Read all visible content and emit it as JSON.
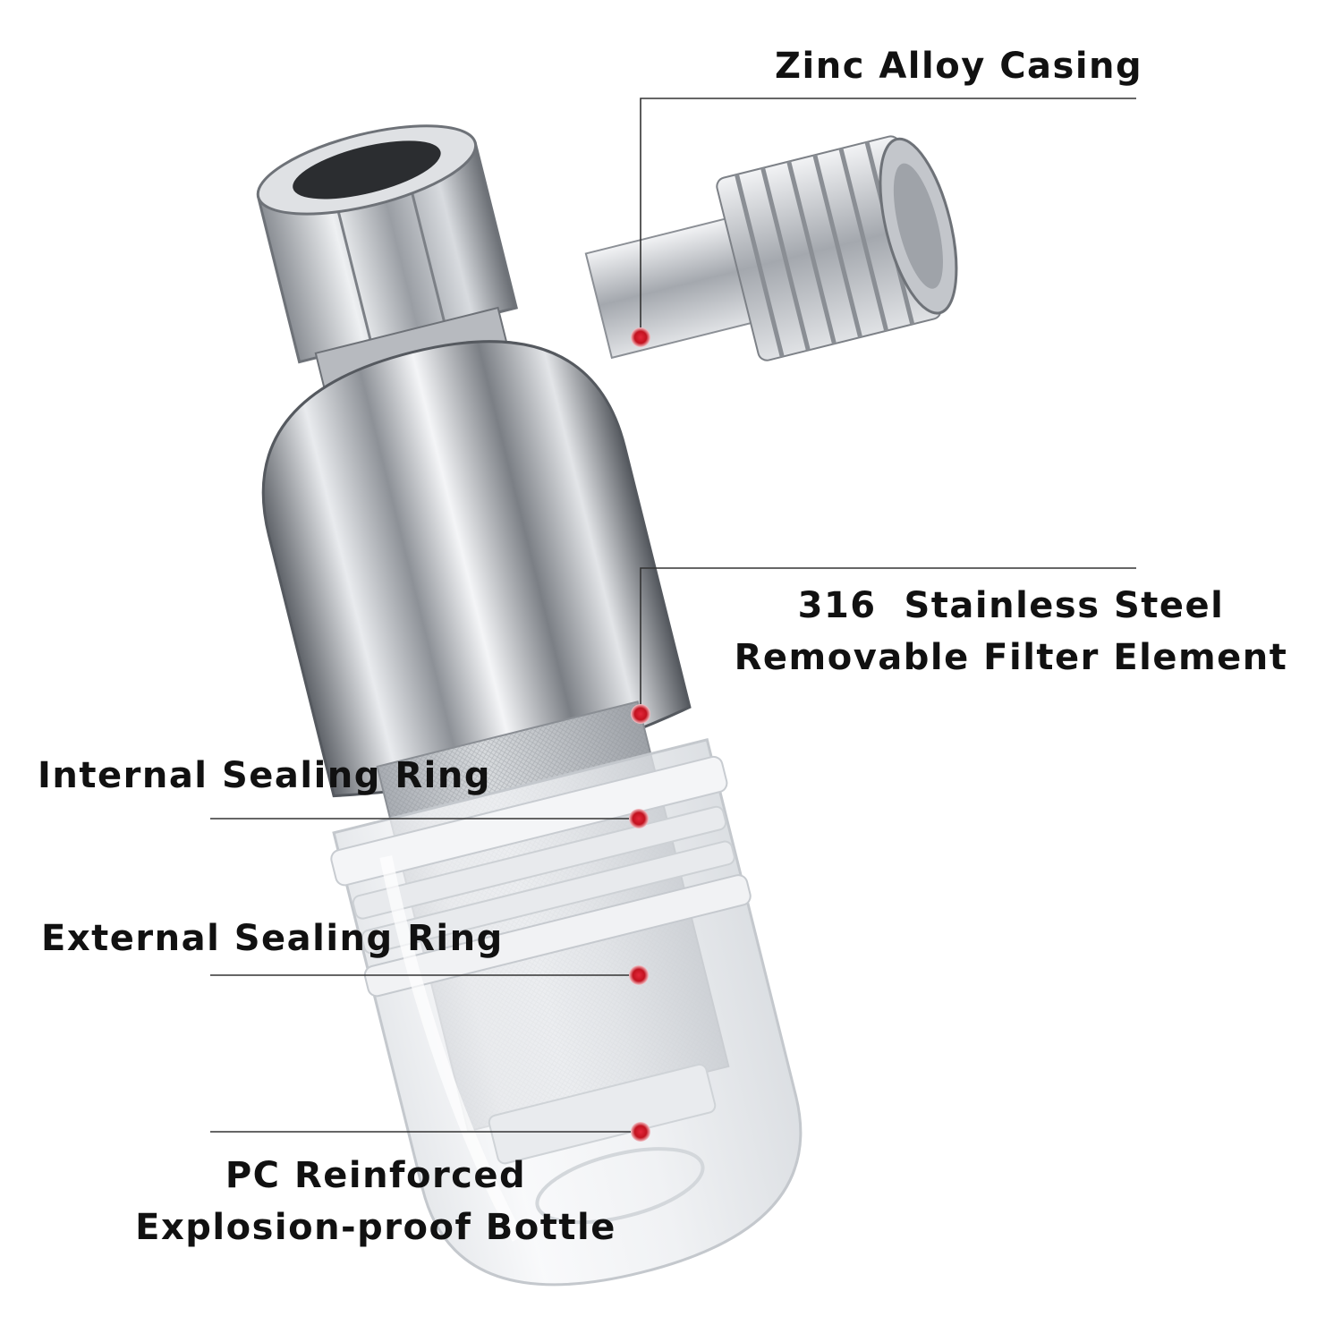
{
  "colors": {
    "background": "#ffffff",
    "text": "#111111",
    "leader_line": "#333333",
    "marker": "#d21a2a",
    "chrome": "#c9ccd1",
    "chrome_dark": "#6e7278",
    "plastic": "#eef0f2",
    "mesh": "#b9bcc2"
  },
  "callouts": [
    {
      "id": "zinc-alloy-casing",
      "lines": [
        "Zinc Alloy Casing"
      ]
    },
    {
      "id": "stainless-filter",
      "lines": [
        "316  Stainless Steel",
        "Removable Filter Element"
      ]
    },
    {
      "id": "internal-sealing-ring",
      "lines": [
        "Internal Sealing Ring"
      ]
    },
    {
      "id": "external-sealing-ring",
      "lines": [
        "External Sealing Ring"
      ]
    },
    {
      "id": "pc-bottle",
      "lines": [
        "PC Reinforced",
        "Explosion-proof Bottle"
      ]
    }
  ]
}
